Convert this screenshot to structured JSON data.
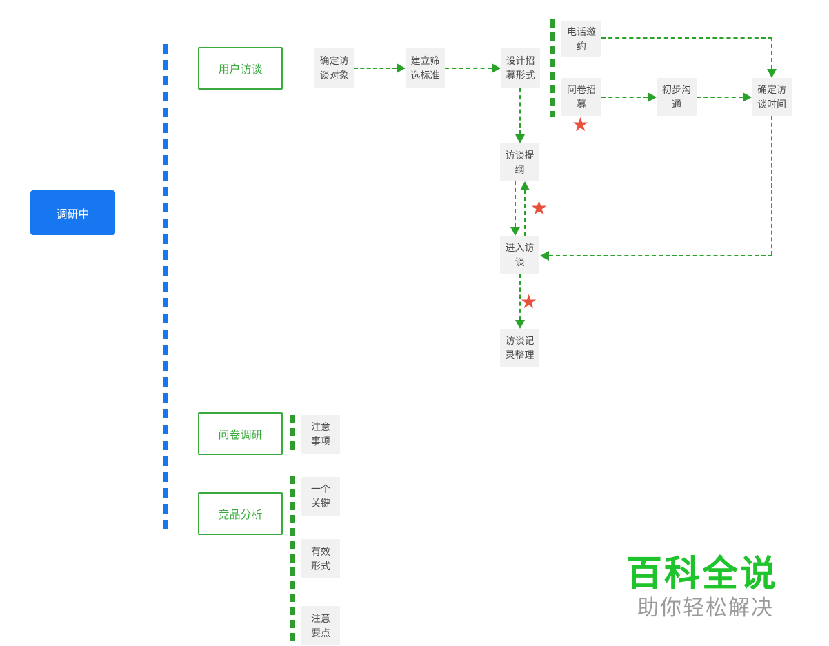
{
  "root": {
    "label": "调研中"
  },
  "branches": {
    "user_interview": {
      "label": "用户访谈"
    },
    "survey": {
      "label": "问卷调研"
    },
    "competitor": {
      "label": "竞品分析"
    }
  },
  "nodes": {
    "define_target": {
      "label": "确定访\n谈对象"
    },
    "screening_criteria": {
      "label": "建立筛\n选标准"
    },
    "design_recruitment": {
      "label": "设计招\n募形式"
    },
    "phone_invitation": {
      "label": "电话邀\n约"
    },
    "survey_recruitment": {
      "label": "问卷招\n募"
    },
    "initial_communication": {
      "label": "初步沟\n通"
    },
    "confirm_interview_time": {
      "label": "确定访\n谈时间"
    },
    "interview_outline": {
      "label": "访谈提\n纲"
    },
    "enter_interview": {
      "label": "进入访\n谈"
    },
    "interview_notes_sorting": {
      "label": "访谈记\n录整理"
    },
    "survey_notes": {
      "label": "注意\n事项"
    },
    "one_key": {
      "label": "一个\n关键"
    },
    "effective_form": {
      "label": "有效\n形式"
    },
    "key_points": {
      "label": "注意\n要点"
    }
  },
  "icons": {
    "star": "★"
  },
  "logo": {
    "title": "百科全说",
    "subtitle": "助你轻松解决"
  },
  "colors": {
    "root_blue": "#1677f0",
    "branch_green": "#3aaa3f",
    "connector_green": "#2aa22a",
    "guide_green": "#2f9e2f",
    "star_red": "#e8503c",
    "node_bg": "#f1f1f1",
    "node_text": "#4a4a4a",
    "logo_green": "#1fc32b",
    "subtitle_gray": "#9b9b9b"
  }
}
